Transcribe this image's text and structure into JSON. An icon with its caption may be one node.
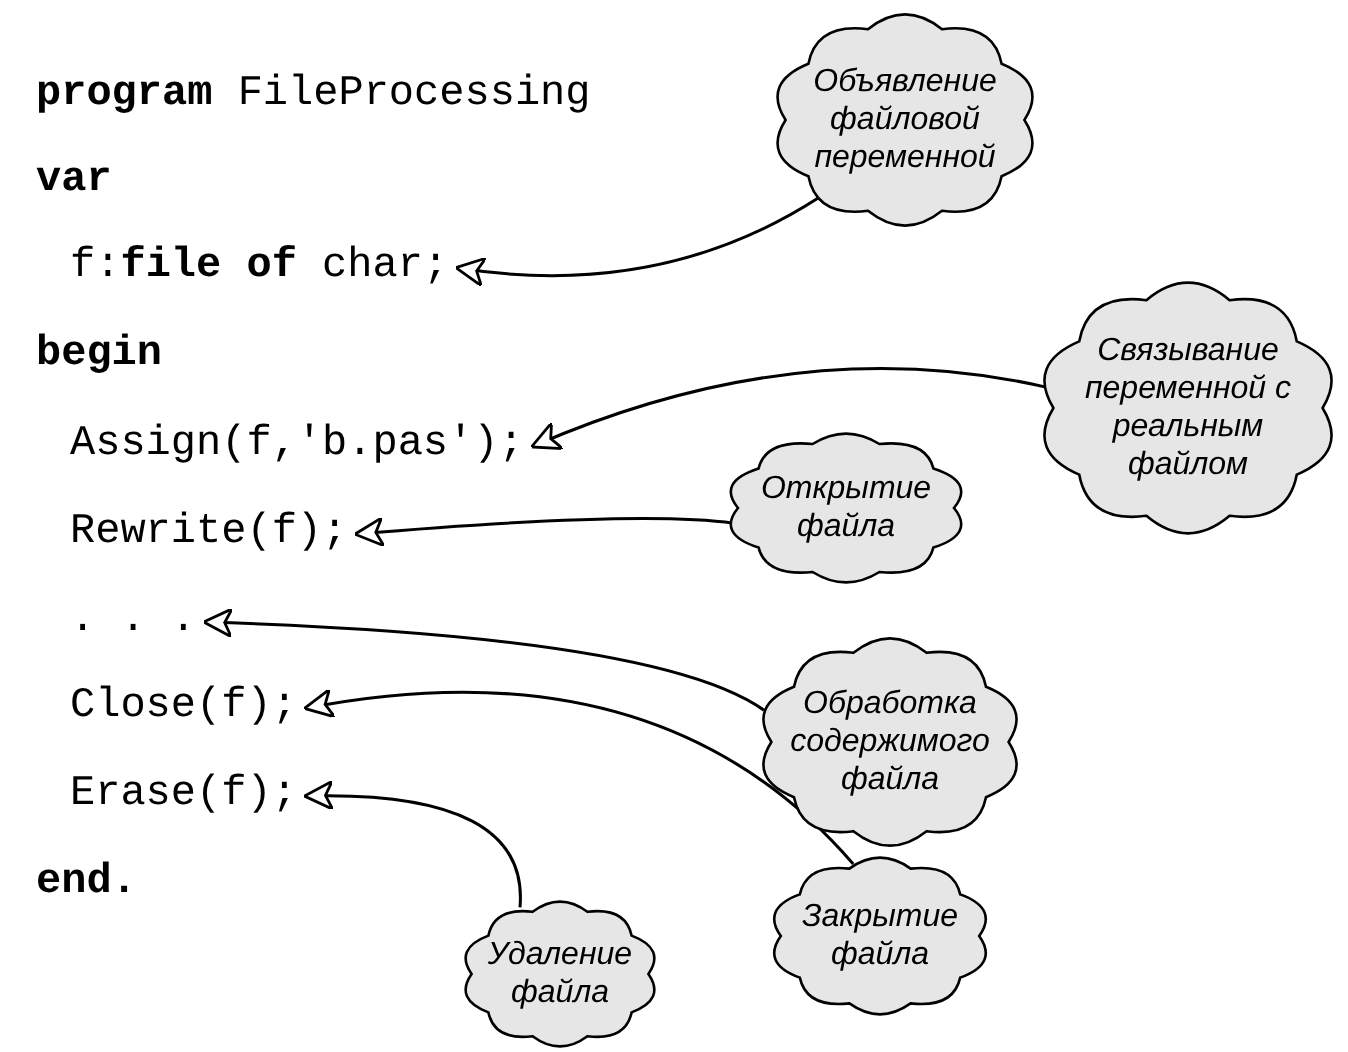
{
  "diagram": {
    "nodes": [
      {
        "text": [
          "f:**file of** char;"
        ]
      },
      {
        "text": [
          "Assign(f,'b.pas');"
        ]
      },
      {
        "text": [
          "Rewrite(f);"
        ]
      },
      {
        "text": [
          ". . ."
        ]
      },
      {
        "text": [
          "Close(f);"
        ]
      },
      {
        "text": [
          "Erase(f);"
        ]
      },
      {
        "text": [
          "Объявление файловой переменной"
        ]
      },
      {
        "text": [
          "Связывание переменной с реальным файлом"
        ]
      },
      {
        "text": [
          "Открытие файла"
        ]
      },
      {
        "text": [
          "Обработка содержимого файла"
        ]
      },
      {
        "text": [
          "Закрытие файла"
        ]
      },
      {
        "text": [
          "Удаление файла"
        ]
      }
    ],
    "edges": [
      {
        "from": 6,
        "to": 0,
        "arrow": "to"
      },
      {
        "from": 7,
        "to": 1,
        "arrow": "to"
      },
      {
        "from": 8,
        "to": 2,
        "arrow": "to"
      },
      {
        "from": 9,
        "to": 3,
        "arrow": "to"
      },
      {
        "from": 10,
        "to": 4,
        "arrow": "to"
      },
      {
        "from": 11,
        "to": 5,
        "arrow": "to"
      }
    ],
    "labels": [
      "**program** FileProcessing",
      "var",
      "begin",
      "end."
    ]
  }
}
